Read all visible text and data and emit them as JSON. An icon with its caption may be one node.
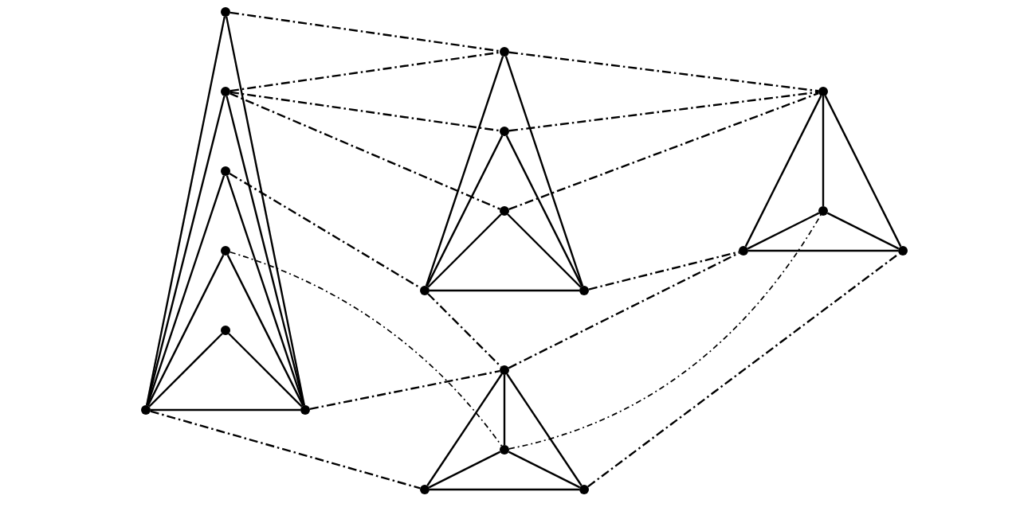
{
  "diagram": {
    "nodes": [
      {
        "text": [],
        "shape": "circle"
      },
      {
        "text": [],
        "shape": "circle"
      },
      {
        "text": [],
        "shape": "circle"
      },
      {
        "text": [],
        "shape": "circle"
      },
      {
        "text": [],
        "shape": "circle"
      },
      {
        "text": [],
        "shape": "circle"
      },
      {
        "text": [],
        "shape": "circle"
      },
      {
        "text": [],
        "shape": "circle"
      },
      {
        "text": [],
        "shape": "circle"
      },
      {
        "text": [],
        "shape": "circle"
      },
      {
        "text": [],
        "shape": "circle"
      },
      {
        "text": [],
        "shape": "circle"
      },
      {
        "text": [],
        "shape": "circle"
      },
      {
        "text": [],
        "shape": "circle"
      },
      {
        "text": [],
        "shape": "circle"
      },
      {
        "text": [],
        "shape": "circle"
      },
      {
        "text": [],
        "shape": "circle"
      },
      {
        "text": [],
        "shape": "circle"
      },
      {
        "text": [],
        "shape": "circle"
      },
      {
        "text": [],
        "shape": "circle"
      }
    ],
    "edges": [
      {
        "from": 5,
        "to": 6,
        "arrow": "none"
      },
      {
        "from": 0,
        "to": 5,
        "arrow": "none"
      },
      {
        "from": 0,
        "to": 6,
        "arrow": "none"
      },
      {
        "from": 1,
        "to": 5,
        "arrow": "none"
      },
      {
        "from": 1,
        "to": 6,
        "arrow": "none"
      },
      {
        "from": 2,
        "to": 5,
        "arrow": "none"
      },
      {
        "from": 2,
        "to": 6,
        "arrow": "none"
      },
      {
        "from": 3,
        "to": 5,
        "arrow": "none"
      },
      {
        "from": 3,
        "to": 6,
        "arrow": "none"
      },
      {
        "from": 4,
        "to": 5,
        "arrow": "none"
      },
      {
        "from": 4,
        "to": 6,
        "arrow": "none"
      },
      {
        "from": 10,
        "to": 11,
        "arrow": "none"
      },
      {
        "from": 7,
        "to": 10,
        "arrow": "none"
      },
      {
        "from": 7,
        "to": 11,
        "arrow": "none"
      },
      {
        "from": 8,
        "to": 10,
        "arrow": "none"
      },
      {
        "from": 8,
        "to": 11,
        "arrow": "none"
      },
      {
        "from": 9,
        "to": 10,
        "arrow": "none"
      },
      {
        "from": 9,
        "to": 11,
        "arrow": "none"
      },
      {
        "from": 12,
        "to": 13,
        "arrow": "none"
      },
      {
        "from": 12,
        "to": 14,
        "arrow": "none"
      },
      {
        "from": 12,
        "to": 15,
        "arrow": "none"
      },
      {
        "from": 13,
        "to": 14,
        "arrow": "none"
      },
      {
        "from": 13,
        "to": 15,
        "arrow": "none"
      },
      {
        "from": 14,
        "to": 15,
        "arrow": "none"
      },
      {
        "from": 16,
        "to": 17,
        "arrow": "none"
      },
      {
        "from": 16,
        "to": 18,
        "arrow": "none"
      },
      {
        "from": 16,
        "to": 19,
        "arrow": "none"
      },
      {
        "from": 17,
        "to": 18,
        "arrow": "none"
      },
      {
        "from": 17,
        "to": 19,
        "arrow": "none"
      },
      {
        "from": 18,
        "to": 19,
        "arrow": "none"
      },
      {
        "from": 0,
        "to": 7,
        "arrow": "none",
        "style": "dashed"
      },
      {
        "from": 1,
        "to": 7,
        "arrow": "none",
        "style": "dashed"
      },
      {
        "from": 1,
        "to": 8,
        "arrow": "none",
        "style": "dashed"
      },
      {
        "from": 1,
        "to": 9,
        "arrow": "none",
        "style": "dashed"
      },
      {
        "from": 7,
        "to": 12,
        "arrow": "none",
        "style": "dashed"
      },
      {
        "from": 8,
        "to": 12,
        "arrow": "none",
        "style": "dashed"
      },
      {
        "from": 9,
        "to": 12,
        "arrow": "none",
        "style": "dashed"
      },
      {
        "from": 2,
        "to": 10,
        "arrow": "none",
        "style": "dashed"
      },
      {
        "from": 3,
        "to": 17,
        "arrow": "none",
        "style": "dashed"
      },
      {
        "from": 10,
        "to": 16,
        "arrow": "none",
        "style": "dashed"
      },
      {
        "from": 11,
        "to": 14,
        "arrow": "none",
        "style": "dashed"
      },
      {
        "from": 16,
        "to": 14,
        "arrow": "none",
        "style": "dashed"
      },
      {
        "from": 6,
        "to": 16,
        "arrow": "none",
        "style": "dashed"
      },
      {
        "from": 5,
        "to": 18,
        "arrow": "none",
        "style": "dashed"
      },
      {
        "from": 17,
        "to": 13,
        "arrow": "none",
        "style": "dashed"
      },
      {
        "from": 19,
        "to": 15,
        "arrow": "none",
        "style": "dashed"
      }
    ]
  }
}
